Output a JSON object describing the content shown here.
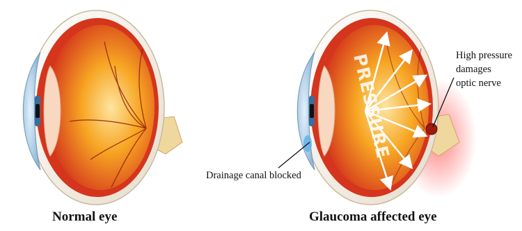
{
  "labels": {
    "normal_caption": "Normal eye",
    "glaucoma_caption": "Glaucoma affected eye",
    "drainage_note": "Drainage canal blocked",
    "pressure_note": [
      "High pressure",
      "damages",
      "optic nerve"
    ],
    "pressure_word": "PRESSURE"
  },
  "colors": {
    "sclera": "#f3ede2",
    "choroid": "#d4351c",
    "retina_inner": "#f7a623",
    "retina_core": "#fde5a0",
    "cornea": "#a9cde8",
    "iris": "#3d6c9a",
    "optic_nerve": "#f0d79e",
    "vessel": "#8a1a10",
    "pressure_glow": "#ff4d4d",
    "arrow": "#ffffff"
  }
}
